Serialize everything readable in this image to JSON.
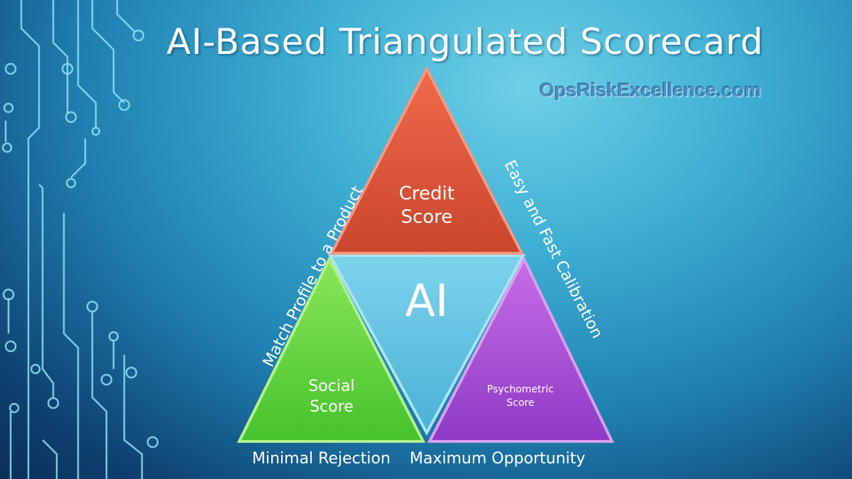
{
  "title": "AI-Based Triangulated Scorecard",
  "watermark": "OpsRiskExcellence.com",
  "triangles": {
    "top": {
      "line1": "Credit",
      "line2": "Score",
      "color": "#d9553a"
    },
    "center": {
      "text": "AI",
      "color": "#67c7e3"
    },
    "left": {
      "line1": "Social",
      "line2": "Score",
      "color": "#5ed23d"
    },
    "right": {
      "line1": "Psychometric",
      "line2": "Score",
      "color": "#a84fd3"
    }
  },
  "side_labels": {
    "left": "Match Profile  to a Product",
    "right": "Easy and Fast  Calibration"
  },
  "bottom_labels": {
    "left": "Minimal Rejection",
    "right": "Maximum Opportunity"
  }
}
